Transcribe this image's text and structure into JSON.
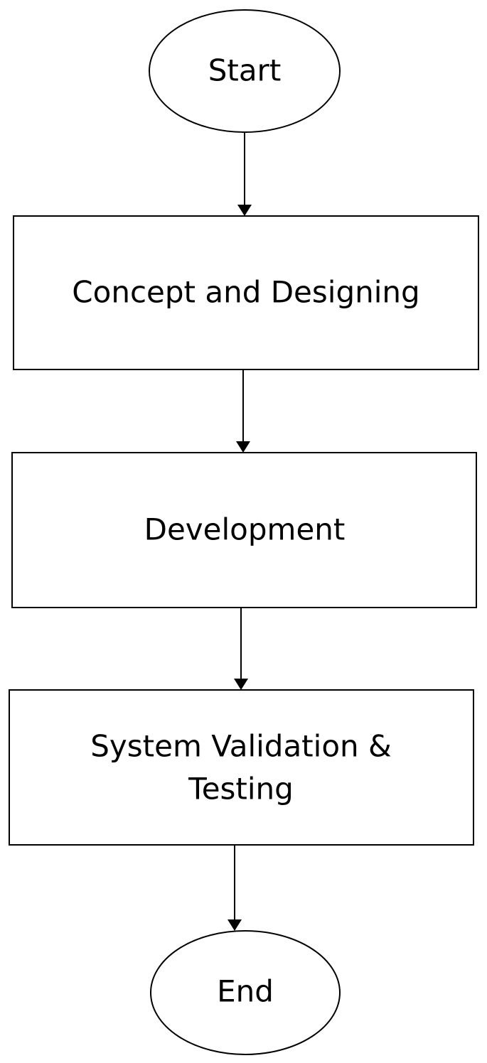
{
  "diagram": {
    "nodes": [
      {
        "id": "start",
        "shape": "ellipse",
        "label": "Start"
      },
      {
        "id": "concept",
        "shape": "rectangle",
        "label": "Concept and Designing"
      },
      {
        "id": "development",
        "shape": "rectangle",
        "label": "Development"
      },
      {
        "id": "validation",
        "shape": "rectangle",
        "label_line1": "System Validation &",
        "label_line2": "Testing"
      },
      {
        "id": "end",
        "shape": "ellipse",
        "label": "End"
      }
    ],
    "edges": [
      {
        "from": "start",
        "to": "concept"
      },
      {
        "from": "concept",
        "to": "development"
      },
      {
        "from": "development",
        "to": "validation"
      },
      {
        "from": "validation",
        "to": "end"
      }
    ]
  }
}
